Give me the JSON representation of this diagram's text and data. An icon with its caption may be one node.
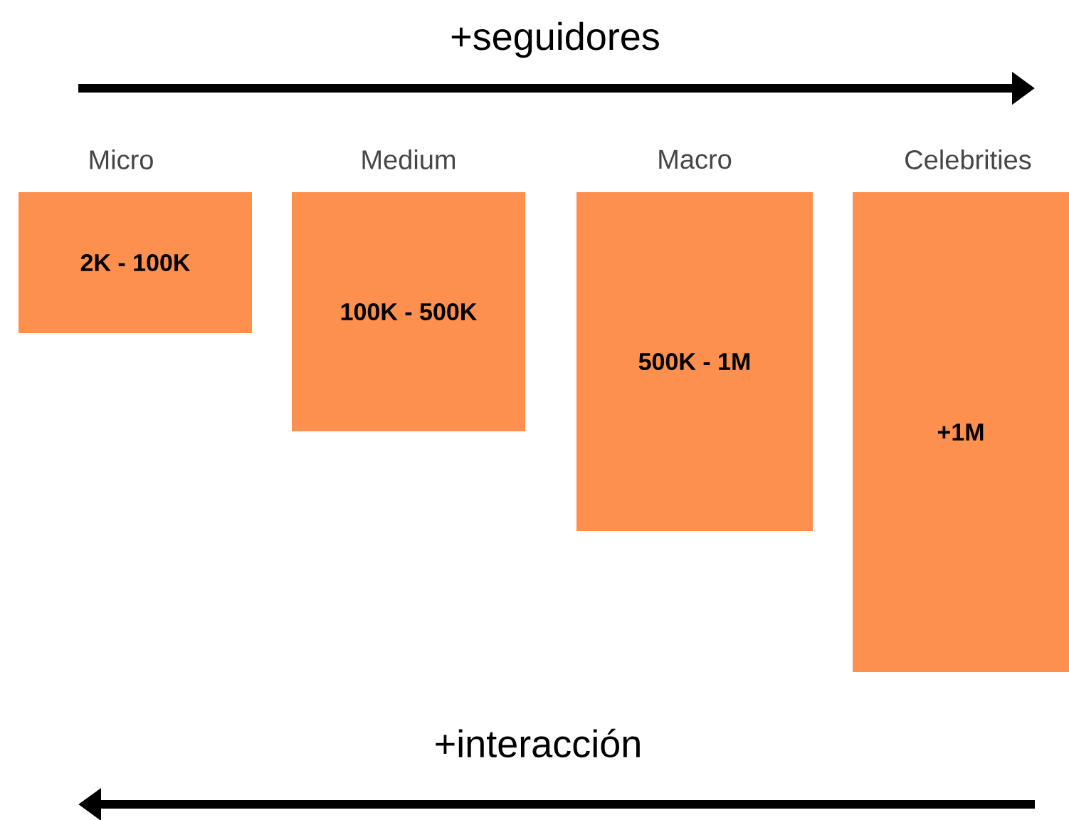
{
  "diagram": {
    "nodes": [
      {
        "text": [
          "Micro",
          "2K - 100K"
        ]
      },
      {
        "text": [
          "Medium",
          "100K - 500K"
        ]
      },
      {
        "text": [
          "Macro",
          "500K - 1M"
        ]
      },
      {
        "text": [
          "Celebrities",
          "+1M"
        ]
      }
    ],
    "labels": [
      "+seguidores",
      "+interacción"
    ]
  }
}
